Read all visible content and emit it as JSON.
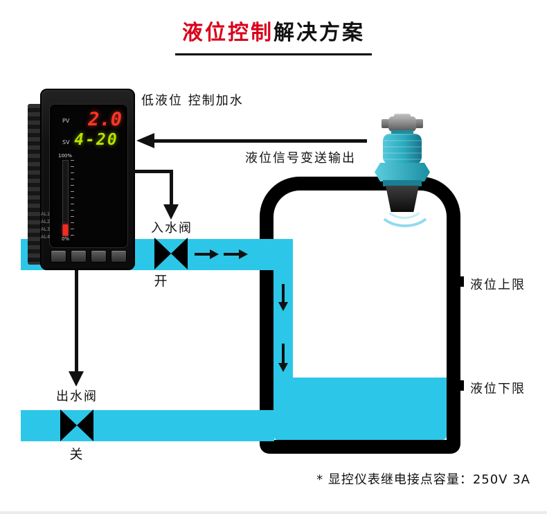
{
  "title": {
    "accent": "液位控制",
    "rest": "解决方案"
  },
  "annotations": {
    "low_level": "低液位 控制加水",
    "signal_output": "液位信号变送输出",
    "note": "* 显控仪表继电接点容量：250V 3A"
  },
  "inlet_valve": {
    "label": "入水阀",
    "state": "开"
  },
  "outlet_valve": {
    "label": "出水阀",
    "state": "关"
  },
  "tank": {
    "upper_limit": "液位上限",
    "lower_limit": "液位下限"
  },
  "controller": {
    "pv_label": "PV",
    "pv_value": "2.0",
    "sv_label": "SV",
    "sv_value": "4-20",
    "scale_top": "100%",
    "scale_bottom": "0%",
    "alarms": [
      "AL1",
      "AL2",
      "AL3",
      "AL4"
    ]
  },
  "colors": {
    "water": "#2cc7e8",
    "accent_red": "#d9001b",
    "pv_red": "#ff3526",
    "sv_green": "#b6e300",
    "sensor_teal": "#2aa9bd",
    "line": "#111111"
  }
}
